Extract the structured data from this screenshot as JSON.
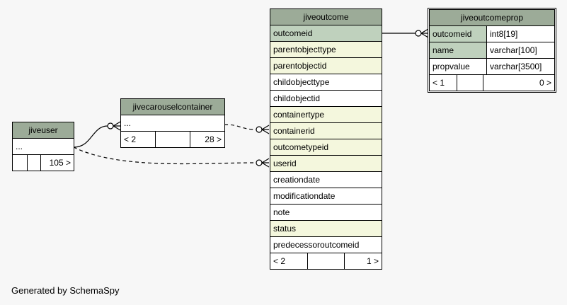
{
  "tables": {
    "jiveuser": {
      "title": "jiveuser",
      "rows": [
        "..."
      ],
      "footer": {
        "left": "",
        "middle": "",
        "right": "105 >"
      }
    },
    "jivecarouselcontainer": {
      "title": "jivecarouselcontainer",
      "rows": [
        "..."
      ],
      "footer": {
        "left": "< 2",
        "middle": "",
        "right": "28 >"
      }
    },
    "jiveoutcome": {
      "title": "jiveoutcome",
      "rows": [
        {
          "name": "outcomeid",
          "kind": "pk"
        },
        {
          "name": "parentobjecttype",
          "kind": "fk"
        },
        {
          "name": "parentobjectid",
          "kind": "fk"
        },
        {
          "name": "childobjecttype",
          "kind": "plain"
        },
        {
          "name": "childobjectid",
          "kind": "plain"
        },
        {
          "name": "containertype",
          "kind": "fk"
        },
        {
          "name": "containerid",
          "kind": "fk"
        },
        {
          "name": "outcometypeid",
          "kind": "fk"
        },
        {
          "name": "userid",
          "kind": "fk"
        },
        {
          "name": "creationdate",
          "kind": "plain"
        },
        {
          "name": "modificationdate",
          "kind": "plain"
        },
        {
          "name": "note",
          "kind": "plain"
        },
        {
          "name": "status",
          "kind": "fk"
        },
        {
          "name": "predecessoroutcomeid",
          "kind": "plain"
        }
      ],
      "footer": {
        "left": "< 2",
        "middle": "",
        "right": "1 >"
      }
    },
    "jiveoutcomeprop": {
      "title": "jiveoutcomeprop",
      "rows": [
        {
          "name": "outcomeid",
          "type": "int8[19]",
          "kind": "pk"
        },
        {
          "name": "name",
          "type": "varchar[100]",
          "kind": "pk"
        },
        {
          "name": "propvalue",
          "type": "varchar[3500]",
          "kind": "plain"
        }
      ],
      "footer": {
        "left": "< 1",
        "middle": "",
        "right": "0 >"
      }
    }
  },
  "caption": "Generated by SchemaSpy",
  "colors": {
    "background": "#f7f7f7",
    "header": "#9cab98",
    "primary_key": "#bfd1bd",
    "foreign_key": "#f4f7dd"
  }
}
